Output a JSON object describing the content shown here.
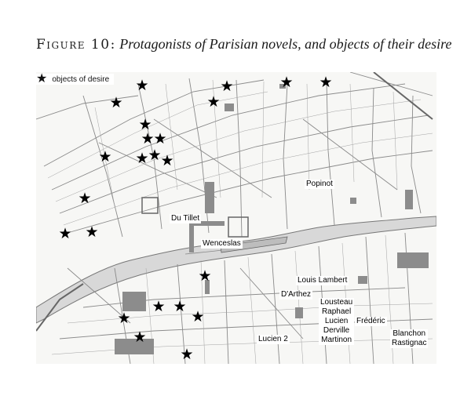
{
  "figure": {
    "label": "Figure 10:",
    "caption": "Protagonists of Parisian novels, and objects of their desire"
  },
  "legend": {
    "icon": "star-icon",
    "text": "objects of desire"
  },
  "colors": {
    "ink": "#000000",
    "map_line": "#6f6f6f",
    "river": "#cfcfcf",
    "paper": "#ffffff"
  },
  "stars_count": 24,
  "protagonists": {
    "popinot": "Popinot",
    "du_tillet": "Du Tillet",
    "wenceslas": "Wenceslas",
    "louis_lambert": "Louis Lambert",
    "d_arthez": "D'Arthez",
    "lousteau_group": [
      "Lousteau",
      "Raphael",
      "Lucien",
      "Derville",
      "Martinon"
    ],
    "frederic": "Frédéric",
    "lucien2": "Lucien 2",
    "blanchon_group": [
      "Blanchon",
      "Rastignac"
    ]
  }
}
